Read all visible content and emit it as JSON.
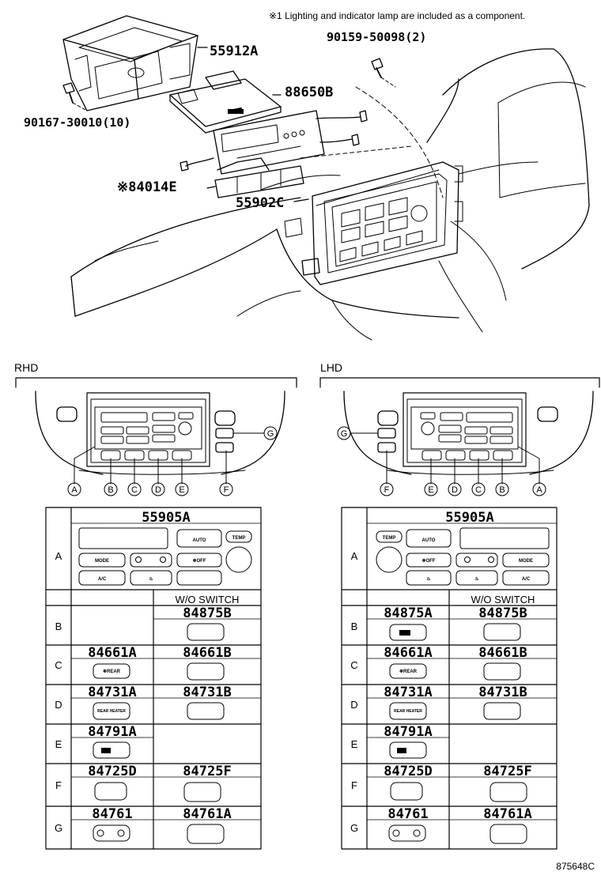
{
  "note": "※1 Lighting and indicator lamp are included as a component.",
  "exploded": {
    "p1": "55912A",
    "p2": "90159-50098(2)",
    "p3": "88650B",
    "p4": "90167-30010(10)",
    "p5": "※84014E",
    "p6": "55902C"
  },
  "sides": {
    "rhd": "RHD",
    "lhd": "LHD"
  },
  "letters": {
    "A": "A",
    "B": "B",
    "C": "C",
    "D": "D",
    "E": "E",
    "F": "F",
    "G": "G"
  },
  "panel": {
    "auto": "AUTO",
    "temp": "TEMP",
    "mode": "MODE",
    "off": "❄OFF",
    "ac": "A/C",
    "rear": "❄REAR",
    "rear_heater": "REAR HEATER",
    "fan": "♨"
  },
  "rhd_table": {
    "a_part": "55905A",
    "wo_switch": "W/O SWITCH",
    "rows": [
      {
        "letter": "B",
        "left": "",
        "right": "84875B"
      },
      {
        "letter": "C",
        "left": "84661A",
        "right": "84661B"
      },
      {
        "letter": "D",
        "left": "84731A",
        "right": "84731B"
      },
      {
        "letter": "E",
        "left": "84791A",
        "right": ""
      },
      {
        "letter": "F",
        "left": "84725D",
        "right": "84725F"
      },
      {
        "letter": "G",
        "left": "84761",
        "right": "84761A"
      }
    ]
  },
  "lhd_table": {
    "a_part": "55905A",
    "wo_switch": "W/O SWITCH",
    "rows": [
      {
        "letter": "B",
        "left": "84875A",
        "right": "84875B"
      },
      {
        "letter": "C",
        "left": "84661A",
        "right": "84661B"
      },
      {
        "letter": "D",
        "left": "84731A",
        "right": "84731B"
      },
      {
        "letter": "E",
        "left": "84791A",
        "right": ""
      },
      {
        "letter": "F",
        "left": "84725D",
        "right": "84725F"
      },
      {
        "letter": "G",
        "left": "84761",
        "right": "84761A"
      }
    ]
  },
  "figure_id": "875648C"
}
